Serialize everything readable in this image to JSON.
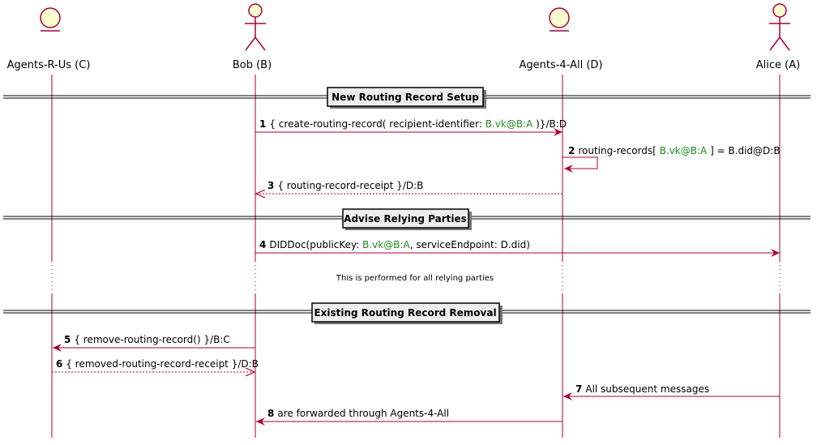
{
  "participants": [
    {
      "id": "C",
      "name": "Agents-R-Us (C)",
      "kind": "entity"
    },
    {
      "id": "B",
      "name": "Bob (B)",
      "kind": "actor"
    },
    {
      "id": "D",
      "name": "Agents-4-All (D)",
      "kind": "entity"
    },
    {
      "id": "A",
      "name": "Alice (A)",
      "kind": "actor"
    }
  ],
  "dividers": [
    {
      "label": "New Routing Record Setup"
    },
    {
      "label": "Advise Relying Parties"
    },
    {
      "label": "Existing Routing Record Removal"
    }
  ],
  "note": "This is performed for all relying parties",
  "messages": [
    {
      "num": "1",
      "from": "B",
      "to": "D",
      "style": "solid",
      "parts": [
        "{ create-routing-record( recipient-identifier: ",
        "B.vk@B:A",
        " )}/B:D"
      ]
    },
    {
      "num": "2",
      "from": "D",
      "to": "D",
      "style": "solid",
      "parts": [
        "routing-records[ ",
        "B.vk@B:A",
        " ] = B.did@D:B"
      ]
    },
    {
      "num": "3",
      "from": "D",
      "to": "B",
      "style": "dashed",
      "parts": [
        "{ routing-record-receipt }/D:B"
      ]
    },
    {
      "num": "4",
      "from": "B",
      "to": "A",
      "style": "solid",
      "parts": [
        "DIDDoc(publicKey: ",
        "B.vk@B:A",
        ", serviceEndpoint: D.did)"
      ]
    },
    {
      "num": "5",
      "from": "B",
      "to": "C",
      "style": "solid",
      "parts": [
        "{ remove-routing-record() }/B:C"
      ]
    },
    {
      "num": "6",
      "from": "C",
      "to": "B",
      "style": "dashed",
      "parts": [
        "{ removed-routing-record-receipt }/D:B"
      ]
    },
    {
      "num": "7",
      "from": "A",
      "to": "D",
      "style": "solid",
      "parts": [
        "All subsequent messages"
      ]
    },
    {
      "num": "8",
      "from": "D",
      "to": "B",
      "style": "solid",
      "parts": [
        "are forwarded through Agents-4-All"
      ]
    }
  ],
  "colors": {
    "line": "#a80036",
    "participant_fill": "#fefece",
    "divider_fill": "#eeeeee",
    "highlight_text": "#1f8a1f"
  }
}
